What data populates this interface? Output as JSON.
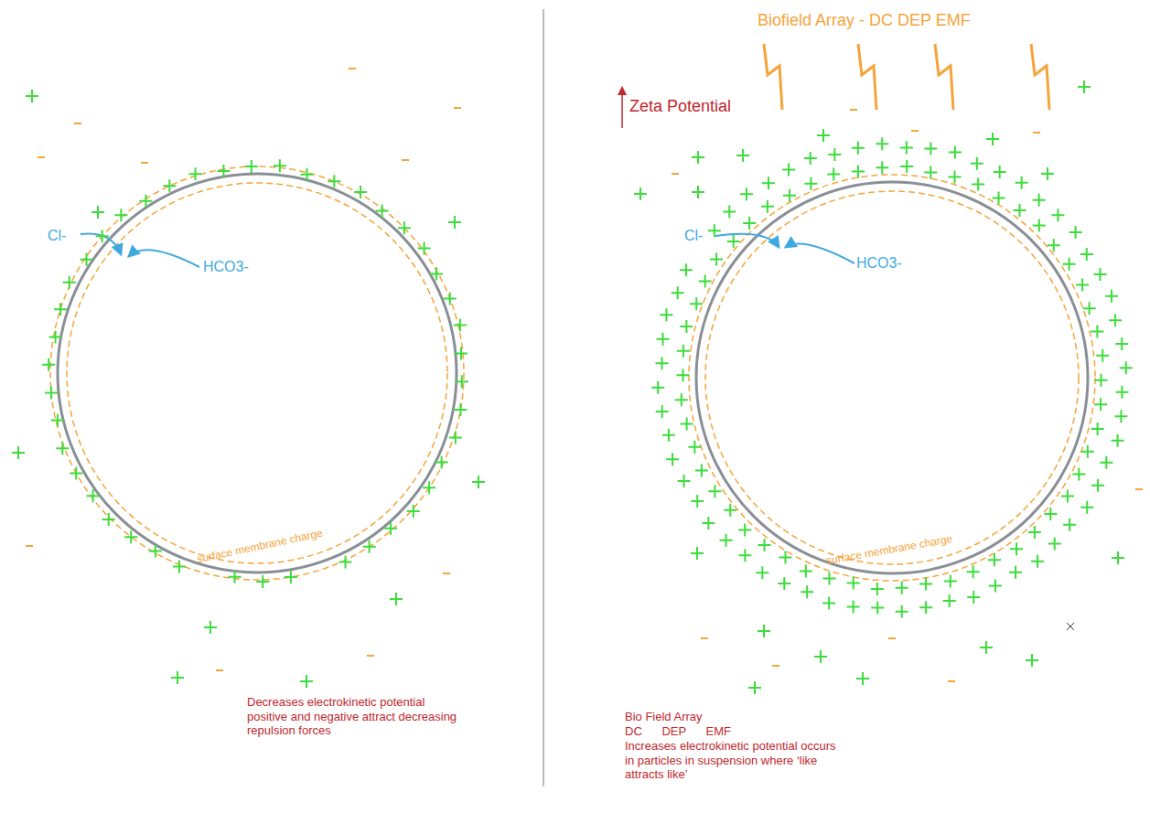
{
  "diagram": {
    "labels": [
      "Zeta Potential",
      "Biofield Array - DC DEP EMF",
      "Cl-",
      "HCO3-",
      "surface membrane charge",
      "Cl-",
      "HCO3-",
      "surface membrane charge",
      "Decreases electrokinetic potential positive and negative attract decreasing repulsion forces",
      "Bio Field Array",
      "DC DEP EMF",
      "Increases electrokinetic potential occurs in particles in suspension where ‘like attracts like’"
    ]
  }
}
